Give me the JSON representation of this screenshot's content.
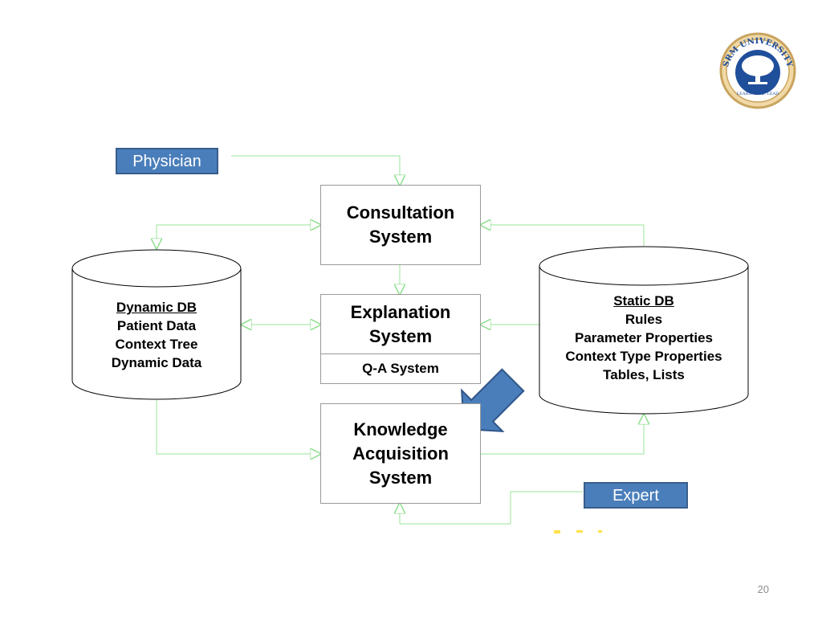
{
  "diagram": {
    "actors": {
      "physician": "Physician",
      "expert": "Expert"
    },
    "systems": {
      "consultation": [
        "Consultation",
        "System"
      ],
      "explanation": [
        "Explanation",
        "System"
      ],
      "qa": "Q-A System",
      "knowledge": [
        "Knowledge",
        "Acquisition",
        "System"
      ]
    },
    "dynamic_db": {
      "title": "Dynamic DB",
      "lines": [
        "Patient Data",
        "Context Tree",
        "Dynamic Data"
      ]
    },
    "static_db": {
      "title": "Static DB",
      "lines": [
        "Rules",
        "Parameter Properties",
        "Context Type Properties",
        "Tables, Lists"
      ]
    },
    "logo": {
      "text": "SRM UNIVERSITY",
      "motto": "LEARN. LEAP. LEAD"
    },
    "colors": {
      "actor_fill": "#4a7ebb",
      "connector": "#99e699",
      "highlight_arrow": "#4a7ebb"
    }
  },
  "page_number": "20"
}
